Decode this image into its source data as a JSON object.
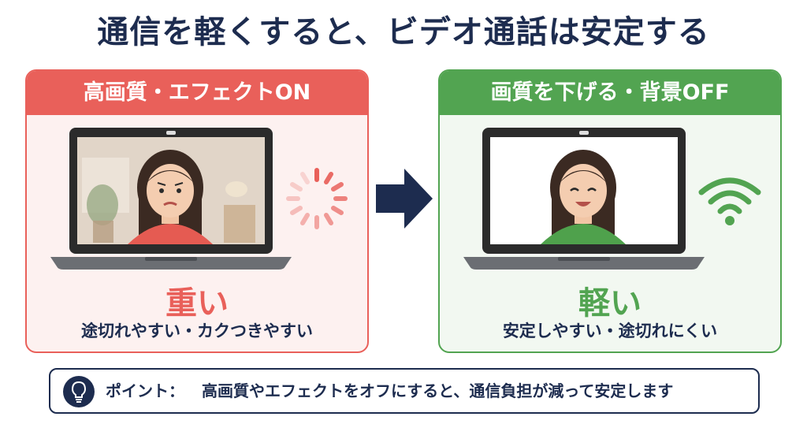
{
  "title": "通信を軽くすると、ビデオ通話は安定する",
  "colors": {
    "heavy": "#e9605a",
    "light": "#52a451",
    "navy": "#1d2c4f"
  },
  "left_panel": {
    "header": "高画質・エフェクトON",
    "verdict": "重い",
    "description": "途切れやすい・カクつきやすい",
    "status_icon": "loading-spinner-icon"
  },
  "right_panel": {
    "header": "画質を下げる・背景OFF",
    "verdict": "軽い",
    "description": "安定しやすい・途切れにくい",
    "status_icon": "wifi-signal-icon"
  },
  "arrow_icon": "right-arrow-icon",
  "note": {
    "icon": "lightbulb-icon",
    "label": "ポイント：",
    "text": "高画質やエフェクトをオフにすると、通信負担が減って安定します"
  }
}
